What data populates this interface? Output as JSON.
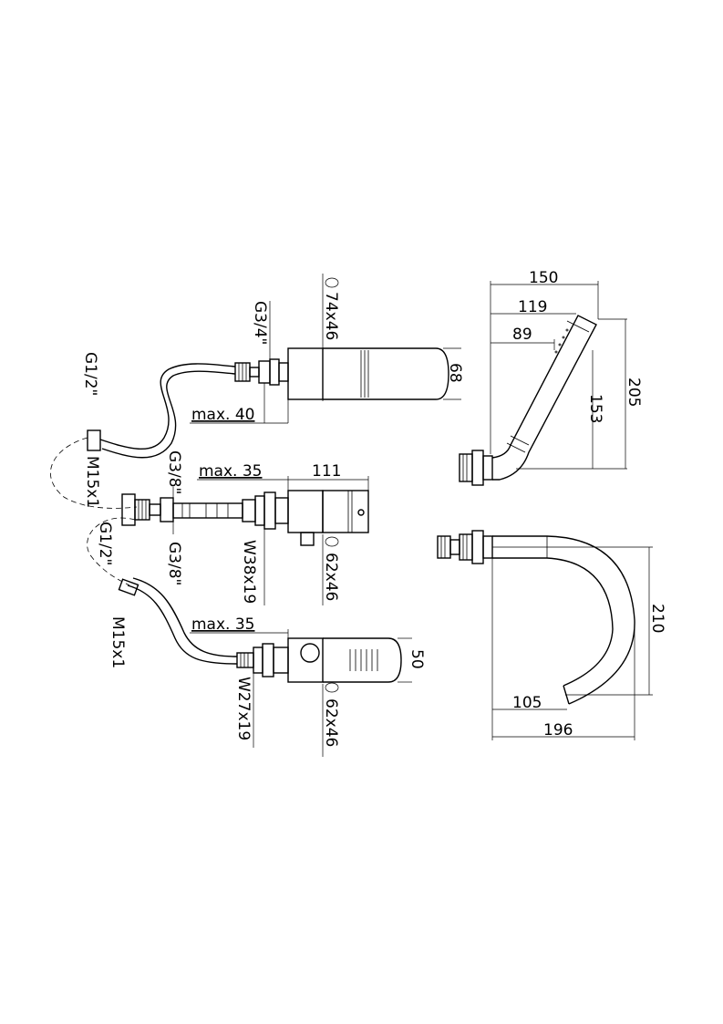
{
  "labels": {
    "g12_top": "G1/2\"",
    "m15_top": "M15x1",
    "g12_mid": "G1/2\"",
    "m15_bot": "M15x1",
    "g34": "G3/4\"",
    "o74x46": "74x46",
    "max40": "max. 40",
    "d68": "68",
    "g38_top": "G3/8\"",
    "max35_top": "max. 35",
    "d111": "111",
    "g38_bot": "G3/8\"",
    "w38x19": "W38x19",
    "o62x46_top": "62x46",
    "max35_bot": "max. 35",
    "d50": "50",
    "w27x19": "W27x19",
    "o62x46_bot": "62x46",
    "d150": "150",
    "d119": "119",
    "d89": "89",
    "d205": "205",
    "d153": "153",
    "d210": "210",
    "d105": "105",
    "d196": "196"
  }
}
